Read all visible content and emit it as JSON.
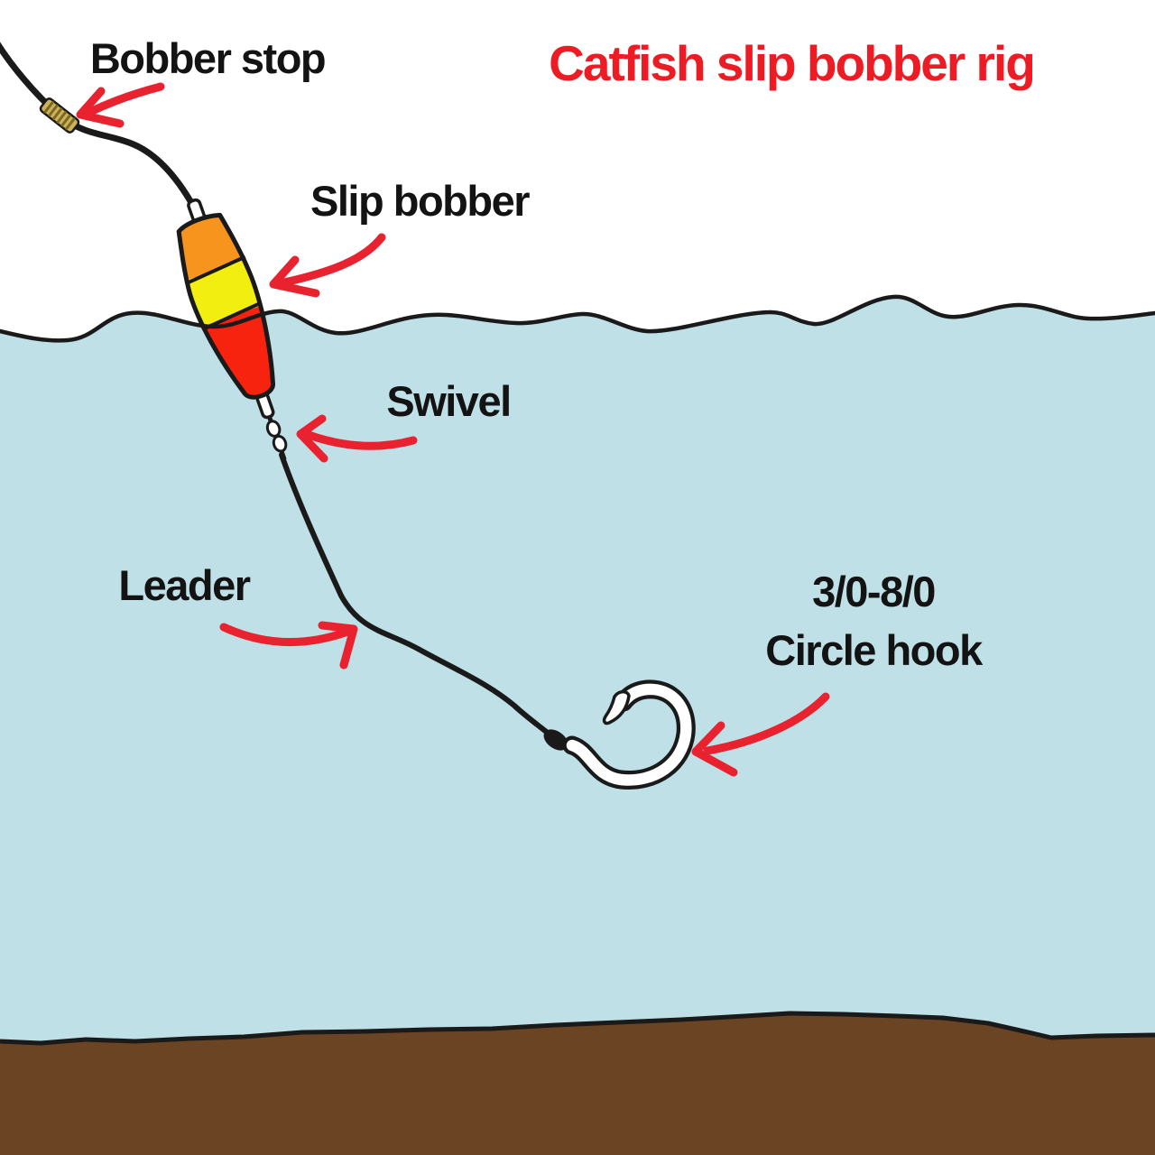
{
  "title": {
    "text": "Catfish slip bobber rig"
  },
  "labels": {
    "bobber_stop": "Bobber stop",
    "slip_bobber": "Slip bobber",
    "swivel": "Swivel",
    "leader": "Leader",
    "hook_size": "3/0-8/0",
    "hook_type": "Circle hook"
  },
  "colors": {
    "background": "#ffffff",
    "water": "#bfe0e6",
    "riverbed": "#6b4423",
    "outline": "#1a1a1a",
    "title_red": "#ed1c24",
    "arrow_red": "#e8222f",
    "bobber_orange": "#f7941e",
    "bobber_yellow": "#f2ee0f",
    "bobber_red": "#f8230e",
    "bobber_stop_gold": "#cdb25c",
    "bobber_stop_stripe": "#7c6a22",
    "hook_fill": "#ffffff"
  }
}
